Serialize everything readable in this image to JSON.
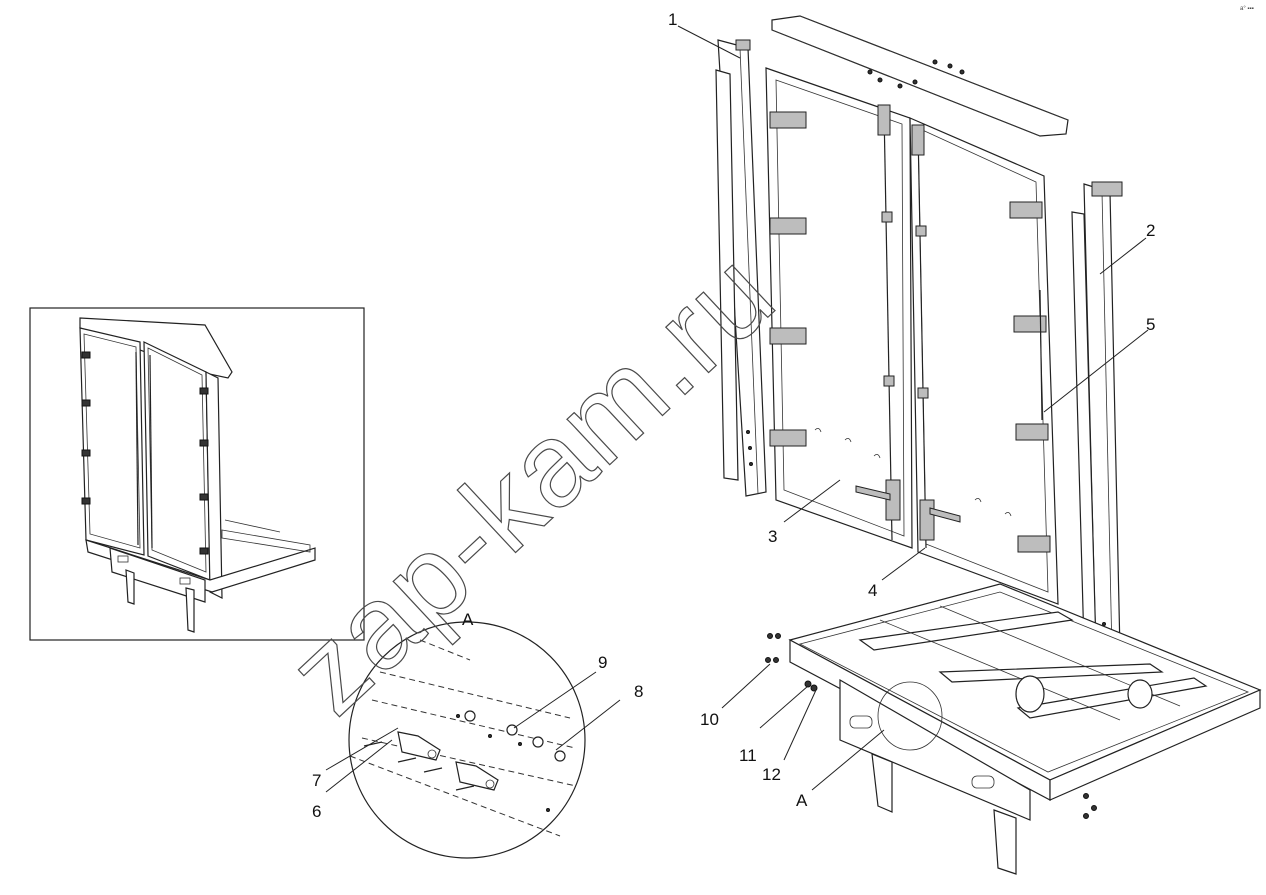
{
  "callouts": {
    "c1": "1",
    "c2": "2",
    "c3": "3",
    "c4": "4",
    "c5": "5",
    "c6": "6",
    "c7": "7",
    "c8": "8",
    "c9": "9",
    "c10": "10",
    "c11": "11",
    "c12": "12"
  },
  "detail_view": {
    "label_top": "A",
    "label_bottom": "A"
  },
  "watermark": {
    "text": "zap-kam.ru"
  },
  "corner_mark": {
    "text": "a° ▪▪▪"
  }
}
